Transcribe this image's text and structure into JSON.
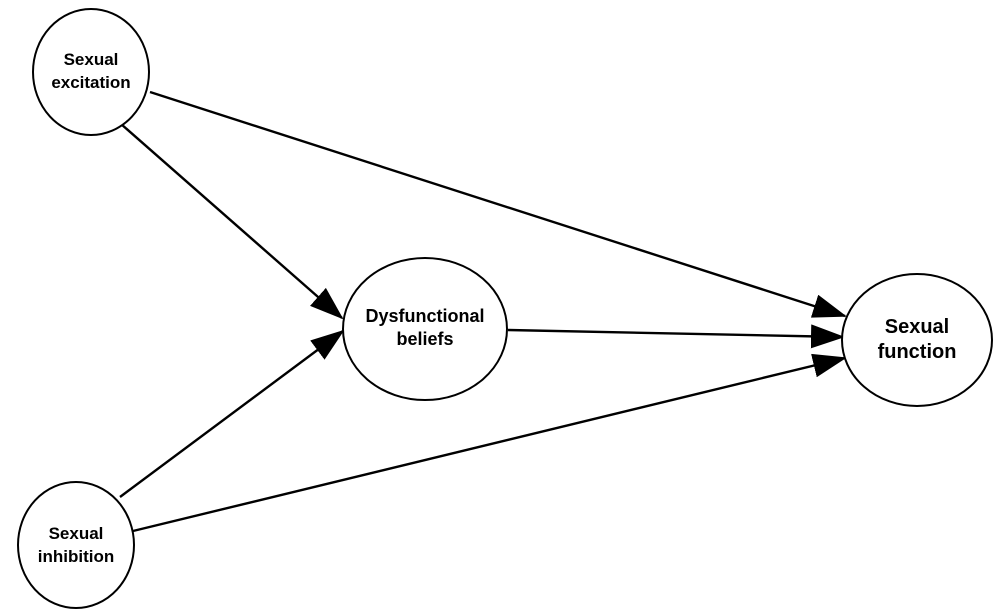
{
  "diagram": {
    "nodes": {
      "excitation": {
        "line1": "Sexual",
        "line2": "excitation"
      },
      "beliefs": {
        "line1": "Dysfunctional",
        "line2": "beliefs"
      },
      "inhibition": {
        "line1": "Sexual",
        "line2": "inhibition"
      },
      "function": {
        "line1": "Sexual",
        "line2": "function"
      }
    },
    "edges": [
      {
        "from": "Sexual excitation",
        "to": "Dysfunctional beliefs"
      },
      {
        "from": "Sexual excitation",
        "to": "Sexual function"
      },
      {
        "from": "Sexual inhibition",
        "to": "Dysfunctional beliefs"
      },
      {
        "from": "Sexual inhibition",
        "to": "Sexual function"
      },
      {
        "from": "Dysfunctional beliefs",
        "to": "Sexual function"
      }
    ],
    "colors": {
      "stroke": "#000000",
      "fill": "#ffffff"
    }
  }
}
